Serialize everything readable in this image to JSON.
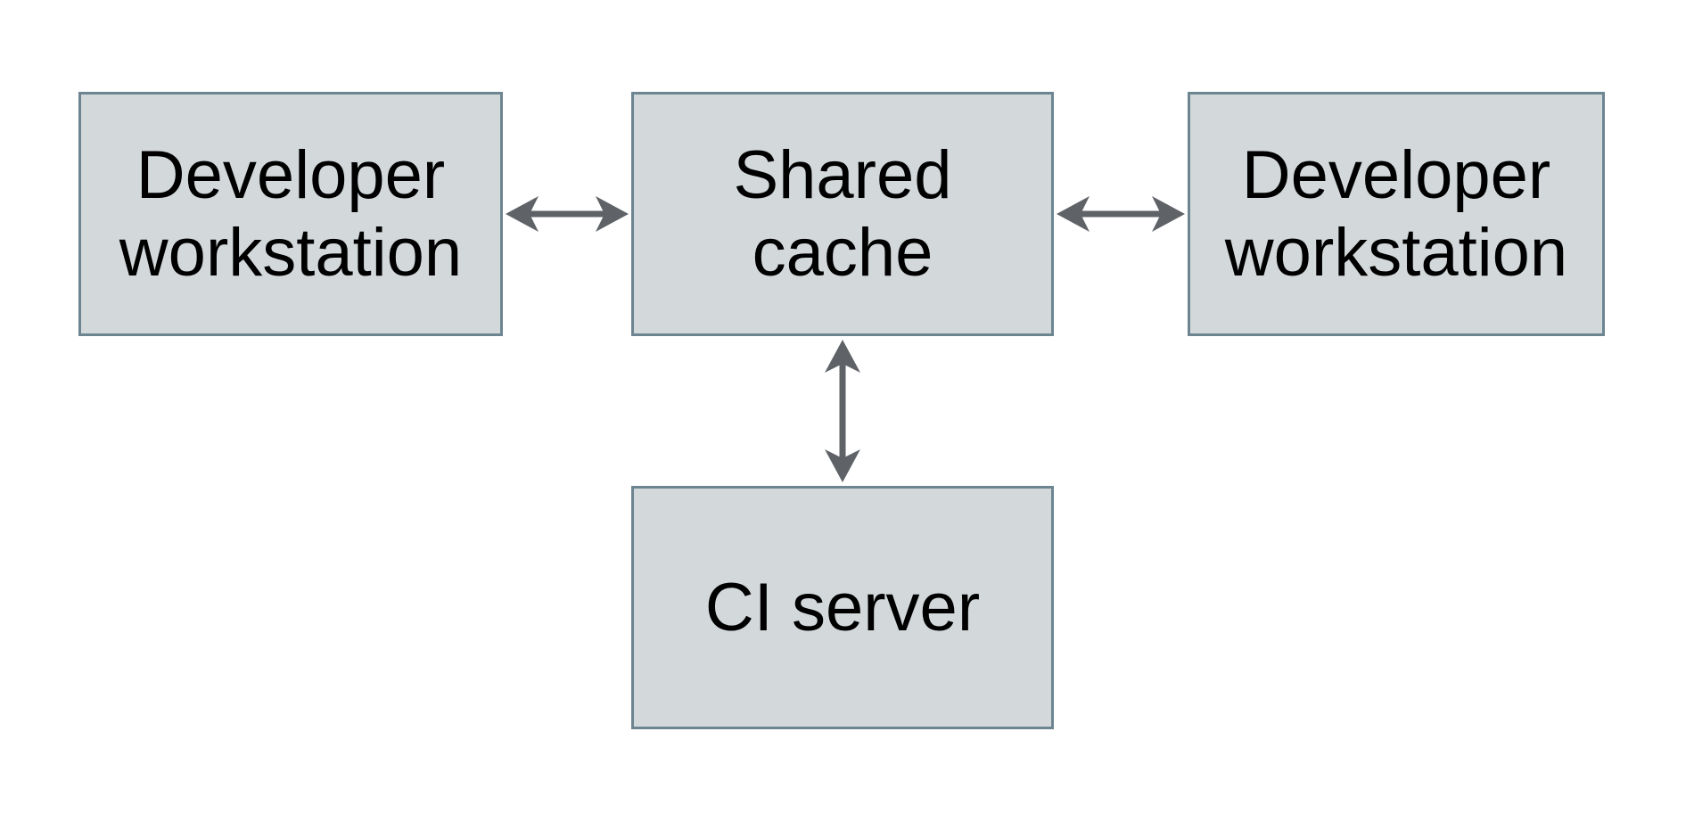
{
  "diagram": {
    "nodes": [
      {
        "id": "developer-workstation-left",
        "label": "Developer\nworkstation"
      },
      {
        "id": "shared-cache",
        "label": "Shared\ncache"
      },
      {
        "id": "developer-workstation-right",
        "label": "Developer\nworkstation"
      },
      {
        "id": "ci-server",
        "label": "CI server"
      }
    ],
    "edges": [
      {
        "from": "developer-workstation-left",
        "to": "shared-cache",
        "direction": "bidirectional"
      },
      {
        "from": "shared-cache",
        "to": "developer-workstation-right",
        "direction": "bidirectional"
      },
      {
        "from": "shared-cache",
        "to": "ci-server",
        "direction": "bidirectional"
      }
    ],
    "colors": {
      "background": "#ffffff",
      "node_fill": "#d3d9db",
      "node_border": "#6d8591",
      "arrow": "#5f6368",
      "text": "#000000"
    }
  }
}
